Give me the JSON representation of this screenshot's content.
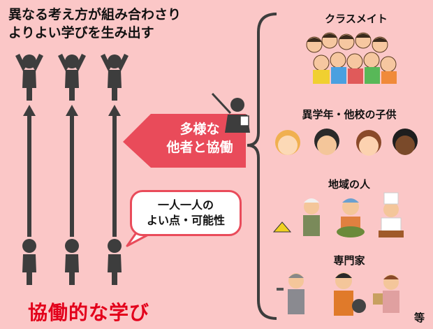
{
  "headline": {
    "line1": "異なる考え方が組み合わさり",
    "line2": "よりよい学びを生み出す"
  },
  "callout_red": {
    "line1": "多様な",
    "line2": "他者と協働"
  },
  "callout_white": {
    "line1": "一人一人の",
    "line2": "よい点・可能性"
  },
  "footer_title": "協働的な学び",
  "groups": [
    {
      "label": "クラスメイト",
      "icon": "classmates-group-icon"
    },
    {
      "label": "異学年・他校の子供",
      "icon": "children-faces-icon"
    },
    {
      "label": "地域の人",
      "icon": "community-people-icon"
    },
    {
      "label": "専門家",
      "icon": "experts-icon"
    }
  ],
  "etc": "等",
  "colors": {
    "background": "#fbc7c7",
    "accent_red": "#e94b5a",
    "title_red": "#e3001b",
    "figure_gray": "#3d3d3d"
  }
}
